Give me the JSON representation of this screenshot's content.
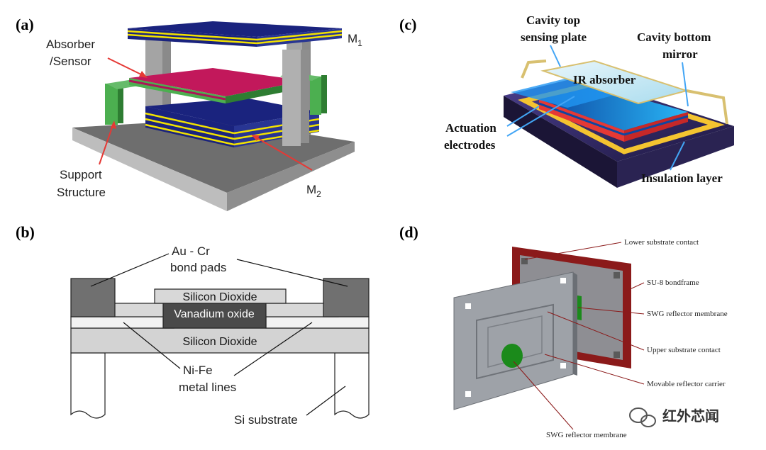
{
  "panel_a": {
    "letter": "(a)",
    "label_absorber_line1": "Absorber",
    "label_absorber_line2": "/Sensor",
    "label_m1": "M",
    "label_m1_sub": "1",
    "label_m2": "M",
    "label_m2_sub": "2",
    "label_support_line1": "Support",
    "label_support_line2": "Structure"
  },
  "panel_b": {
    "letter": "(b)",
    "label_bond_line1": "Au - Cr",
    "label_bond_line2": "bond pads",
    "layer_top_oxide": "Silicon Dioxide",
    "layer_vox": "Vanadium oxide",
    "layer_bottom_oxide": "Silicon Dioxide",
    "label_nife_line1": "Ni-Fe",
    "label_nife_line2": "metal lines",
    "label_si": "Si substrate"
  },
  "panel_c": {
    "letter": "(c)",
    "label_cavity_top_line1": "Cavity top",
    "label_cavity_top_line2": "sensing plate",
    "label_cavity_bottom_line1": "Cavity bottom",
    "label_cavity_bottom_line2": "mirror",
    "label_ir": "IR absorber",
    "label_actuation_line1": "Actuation",
    "label_actuation_line2": "electrodes",
    "label_insulation": "Insulation layer"
  },
  "panel_d": {
    "letter": "(d)",
    "label_lower_contact": "Lower substrate contact",
    "label_su8": "SU-8 bondframe",
    "label_swg_top": "SWG reflector membrane",
    "label_upper_contact": "Upper substrate contact",
    "label_carrier": "Movable reflector carrier",
    "label_swg_bottom": "SWG reflector membrane"
  },
  "watermark": {
    "text": "红外芯闻",
    "icon": "wechat-icon"
  },
  "colors": {
    "absorber": "#c2185b",
    "mirror_blue": "#1a237e",
    "mirror_stripe": "#f2e200",
    "support_green": "#4caf50",
    "pillar_gray": "#a9a9a9",
    "substrate_gray": "#6b6b6b",
    "su8_red": "#8b1a1a",
    "swg_green": "#1b8a1b"
  }
}
